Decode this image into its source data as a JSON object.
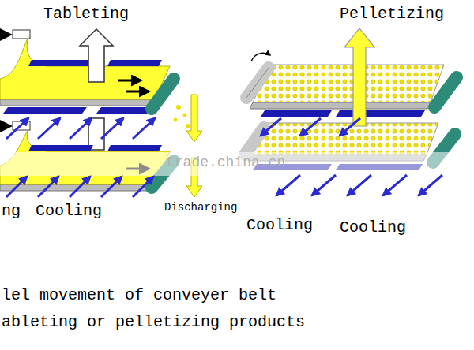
{
  "diagram": {
    "labels": [
      "Tableting",
      "Pelletizing",
      "ng",
      "Cooling",
      "Discharging",
      "Cooling",
      "Cooling",
      "trade.china.cn",
      "lel movement of conveyer belt",
      "ableting or pelletizing products"
    ]
  }
}
